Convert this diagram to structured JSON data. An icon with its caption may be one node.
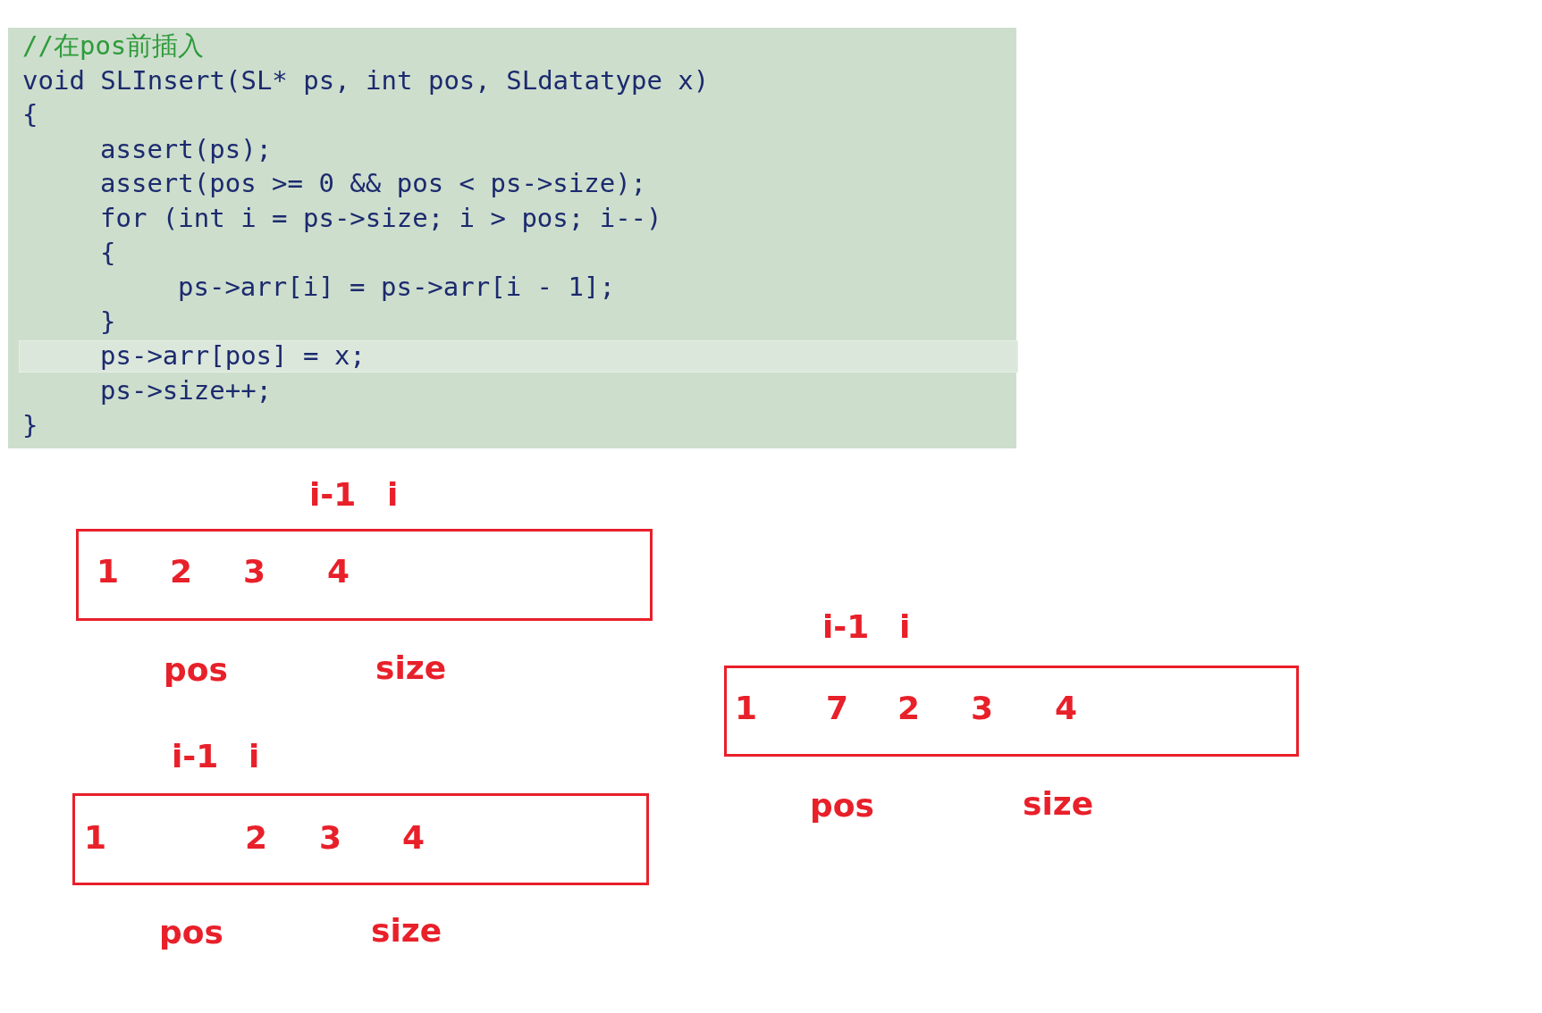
{
  "diagram": {
    "nodes": [
      {
        "text": [
          "//在pos前插入",
          "void SLInsert(SL* ps, int pos, SLdatatype x)",
          "{",
          "assert(ps);",
          "assert(pos >= 0 && pos < ps->size);",
          "for (int i = ps->size; i > pos; i--)",
          "{",
          "ps->arr[i] = ps->arr[i - 1];",
          "}",
          "ps->arr[pos] = x;",
          "ps->size++;",
          "}"
        ]
      },
      {
        "text": [
          "1",
          "2",
          "3",
          "4"
        ]
      },
      {
        "text": [
          "1",
          "7",
          "2",
          "3",
          "4"
        ]
      },
      {
        "text": [
          "1",
          "2",
          "3",
          "4"
        ]
      }
    ],
    "labels": [
      "i-1",
      "i",
      "pos",
      "size",
      "i-1",
      "i",
      "pos",
      "size",
      "i-1",
      "i",
      "pos",
      "size"
    ]
  }
}
